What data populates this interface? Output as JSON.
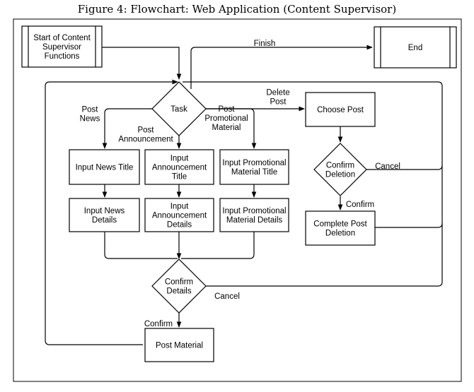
{
  "title": "Figure 4: Flowchart: Web Application (Content Supervisor)",
  "nodes": {
    "start": [
      "Start of Content",
      "Supervisor",
      "Functions"
    ],
    "end": [
      "End"
    ],
    "task": [
      "Task"
    ],
    "choose_post": [
      "Choose Post"
    ],
    "confirm_deletion": [
      "Confirm",
      "Deletion"
    ],
    "complete_post_deletion": [
      "Complete Post",
      "Deletion"
    ],
    "input_news_title": [
      "Input News Title"
    ],
    "input_announcement_title": [
      "Input",
      "Announcement",
      "Title"
    ],
    "input_promotional_title": [
      "Input Promotional",
      "Material Title"
    ],
    "input_news_details": [
      "Input News",
      "Details"
    ],
    "input_announcement_details": [
      "Input",
      "Announcement",
      "Details"
    ],
    "input_promotional_details": [
      "Input Promotional",
      "Material Details"
    ],
    "confirm_details": [
      "Confirm",
      "Details"
    ],
    "post_material": [
      "Post Material"
    ]
  },
  "edge_labels": {
    "finish": [
      "Finish"
    ],
    "delete_post": [
      "Delete",
      "Post"
    ],
    "post_news": [
      "Post",
      "News"
    ],
    "post_announcement": [
      "Post",
      "Announcement"
    ],
    "post_promotional": [
      "Post",
      "Promotional",
      "Material"
    ],
    "cancel_deletion": [
      "Cancel"
    ],
    "confirm_deletion": [
      "Confirm"
    ],
    "cancel_details": [
      "Cancel"
    ],
    "confirm_details": [
      "Confirm"
    ]
  }
}
